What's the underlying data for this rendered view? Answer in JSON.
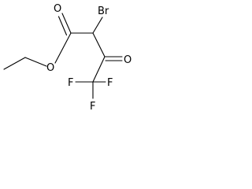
{
  "molecule": {
    "atoms": {
      "bromine": "Br",
      "carbonyl_oxygen_ester": "O",
      "ester_oxygen": "O",
      "ketone_oxygen": "O",
      "fluorine_left": "F",
      "fluorine_bottom": "F",
      "fluorine_right": "F"
    }
  },
  "colors": {
    "bond": "#000000",
    "text": "#000000",
    "background": "#ffffff"
  }
}
